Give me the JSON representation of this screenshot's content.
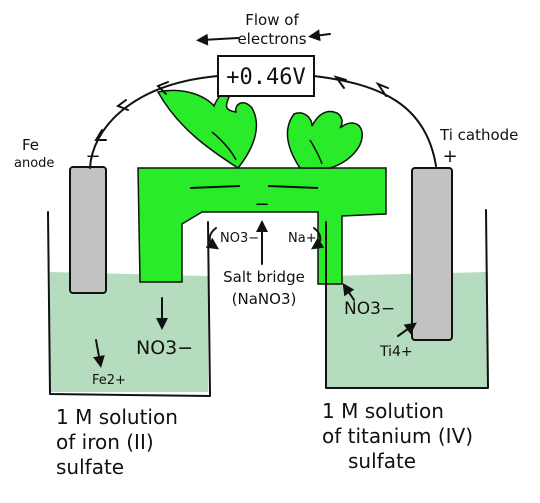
{
  "electron_flow": {
    "label_line1": "Flow of",
    "label_line2": "electrons"
  },
  "voltmeter": {
    "reading": "+0.46V"
  },
  "anode": {
    "symbol": "Fe",
    "role": "anode",
    "sign": "−"
  },
  "cathode": {
    "label": "Ti cathode",
    "sign": "+"
  },
  "salt_bridge": {
    "name_line1": "Salt bridge",
    "name_line2": "(NaNO3)",
    "center_sign": "−",
    "ion_left": "NO3−",
    "ion_right": "Na+"
  },
  "left_beaker": {
    "ion_nitrate": "NO3−",
    "ion_metal": "Fe2+",
    "caption_line1": "1 M solution",
    "caption_line2": "of iron (II)",
    "caption_line3": "sulfate"
  },
  "right_beaker": {
    "ion_nitrate": "NO3−",
    "ion_metal": "Ti4+",
    "caption_line1": "1 M solution",
    "caption_line2": "of titanium (IV)",
    "caption_line3": "sulfate"
  },
  "colors": {
    "solution": "#b5dcbe",
    "salt_bridge": "#2aeb2a",
    "electrode": "#c2c2c2",
    "ink": "#111111"
  }
}
